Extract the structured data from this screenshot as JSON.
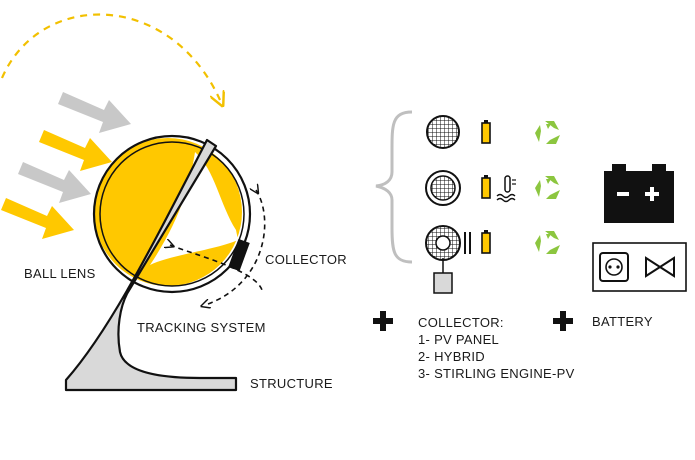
{
  "labels": {
    "ball_lens": "BALL LENS",
    "collector": "COLLECTOR",
    "tracking_system": "TRACKING SYSTEM",
    "structure": "STRUCTURE",
    "battery": "BATTERY"
  },
  "collector_options": {
    "heading": "COLLECTOR:",
    "items": [
      "1- PV PANEL",
      "2- HYBRID",
      "3- STIRLING ENGINE-PV"
    ]
  },
  "colors": {
    "sun_yellow": "#FFC800",
    "arrow_gray": "#C8C8C8",
    "structure_gray": "#D9D9D9",
    "outline": "#111111",
    "recycle_green": "#8CC63F"
  },
  "icons": [
    "sun-arrow-icon",
    "dashed-sun-path-icon",
    "pv-panel-icon",
    "battery-cell-icon",
    "thermometer-water-icon",
    "recycle-icon",
    "stirling-engine-icon",
    "car-battery-icon",
    "power-outlet-icon",
    "valve-icon",
    "plus-icon",
    "curly-brace-icon"
  ]
}
